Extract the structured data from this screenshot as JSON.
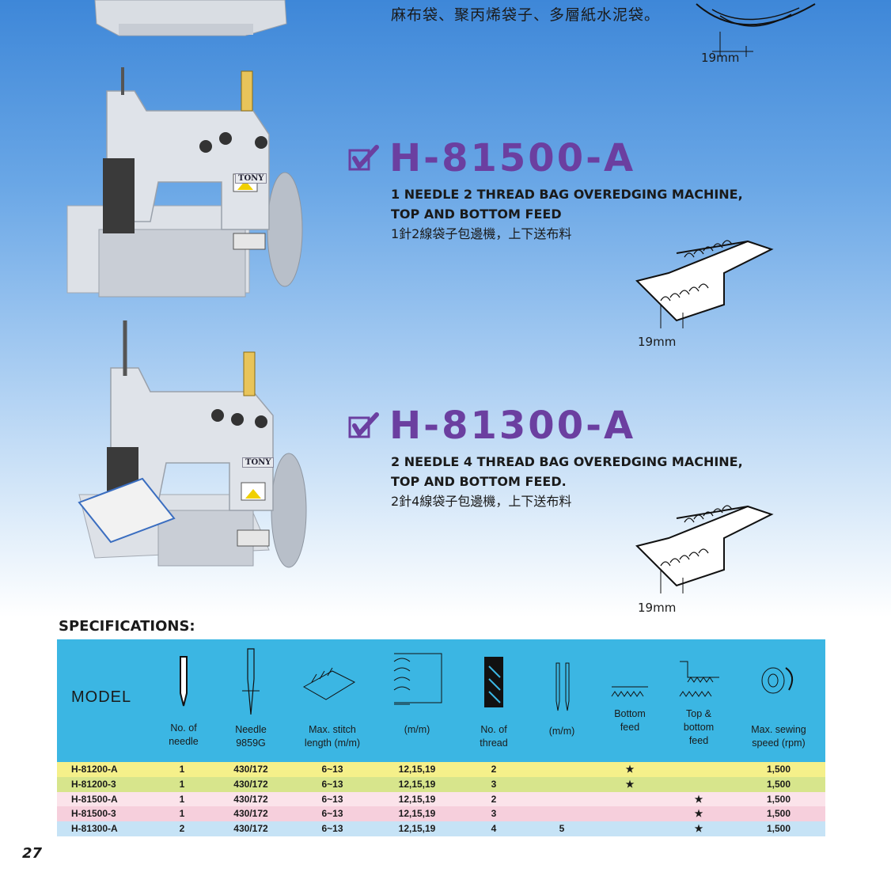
{
  "top": {
    "tagline": "麻布袋、聚丙烯袋子、多層紙水泥袋。",
    "seam_width": "19mm"
  },
  "products": [
    {
      "model": "H-81500-A",
      "description_en_1": "1 NEEDLE 2 THREAD BAG OVEREDGING MACHINE,",
      "description_en_2": "TOP AND BOTTOM FEED",
      "description_zh": "1針2線袋子包邊機，上下送布料",
      "seam_width": "19mm"
    },
    {
      "model": "H-81300-A",
      "description_en_1": "2 NEEDLE 4 THREAD BAG OVEREDGING MACHINE,",
      "description_en_2": "TOP AND BOTTOM FEED.",
      "description_zh": "2針4線袋子包邊機，上下送布料",
      "seam_width": "19mm"
    }
  ],
  "machine_brand": "TONY",
  "specifications": {
    "title": "SPECIFICATIONS:",
    "model_header": "MODEL",
    "columns": [
      {
        "label_1": "No. of",
        "label_2": "needle"
      },
      {
        "label_1": "Needle",
        "label_2": "9859G"
      },
      {
        "label_1": "Max. stitch",
        "label_2": "length (m/m)"
      },
      {
        "label_1": "",
        "label_2": "(m/m)"
      },
      {
        "label_1": "No. of",
        "label_2": "thread"
      },
      {
        "label_1": "",
        "label_2": "(m/m)"
      },
      {
        "label_1": "Bottom",
        "label_2": "feed"
      },
      {
        "label_1": "Top &",
        "label_2": "bottom",
        "label_3": "feed"
      },
      {
        "label_1": "Max. sewing",
        "label_2": "speed (rpm)"
      }
    ],
    "rows": [
      {
        "model": "H-81200-A",
        "needle": "1",
        "needle_type": "430/172",
        "stitch": "6~13",
        "width": "12,15,19",
        "thread": "2",
        "gauge": "",
        "bottom_feed": "★",
        "top_bottom_feed": "",
        "speed": "1,500",
        "color": "#f5f08a"
      },
      {
        "model": "H-81200-3",
        "needle": "1",
        "needle_type": "430/172",
        "stitch": "6~13",
        "width": "12,15,19",
        "thread": "3",
        "gauge": "",
        "bottom_feed": "★",
        "top_bottom_feed": "",
        "speed": "1,500",
        "color": "#d7e58c"
      },
      {
        "model": "H-81500-A",
        "needle": "1",
        "needle_type": "430/172",
        "stitch": "6~13",
        "width": "12,15,19",
        "thread": "2",
        "gauge": "",
        "bottom_feed": "",
        "top_bottom_feed": "★",
        "speed": "1,500",
        "color": "#fbe3ea"
      },
      {
        "model": "H-81500-3",
        "needle": "1",
        "needle_type": "430/172",
        "stitch": "6~13",
        "width": "12,15,19",
        "thread": "3",
        "gauge": "",
        "bottom_feed": "",
        "top_bottom_feed": "★",
        "speed": "1,500",
        "color": "#f6cfdc"
      },
      {
        "model": "H-81300-A",
        "needle": "2",
        "needle_type": "430/172",
        "stitch": "6~13",
        "width": "12,15,19",
        "thread": "4",
        "gauge": "5",
        "bottom_feed": "",
        "top_bottom_feed": "★",
        "speed": "1,500",
        "color": "#c6e3f6"
      }
    ]
  },
  "page_number": "27",
  "colors": {
    "title": "#6b3fa0",
    "spec_header": "#3bb6e3"
  }
}
